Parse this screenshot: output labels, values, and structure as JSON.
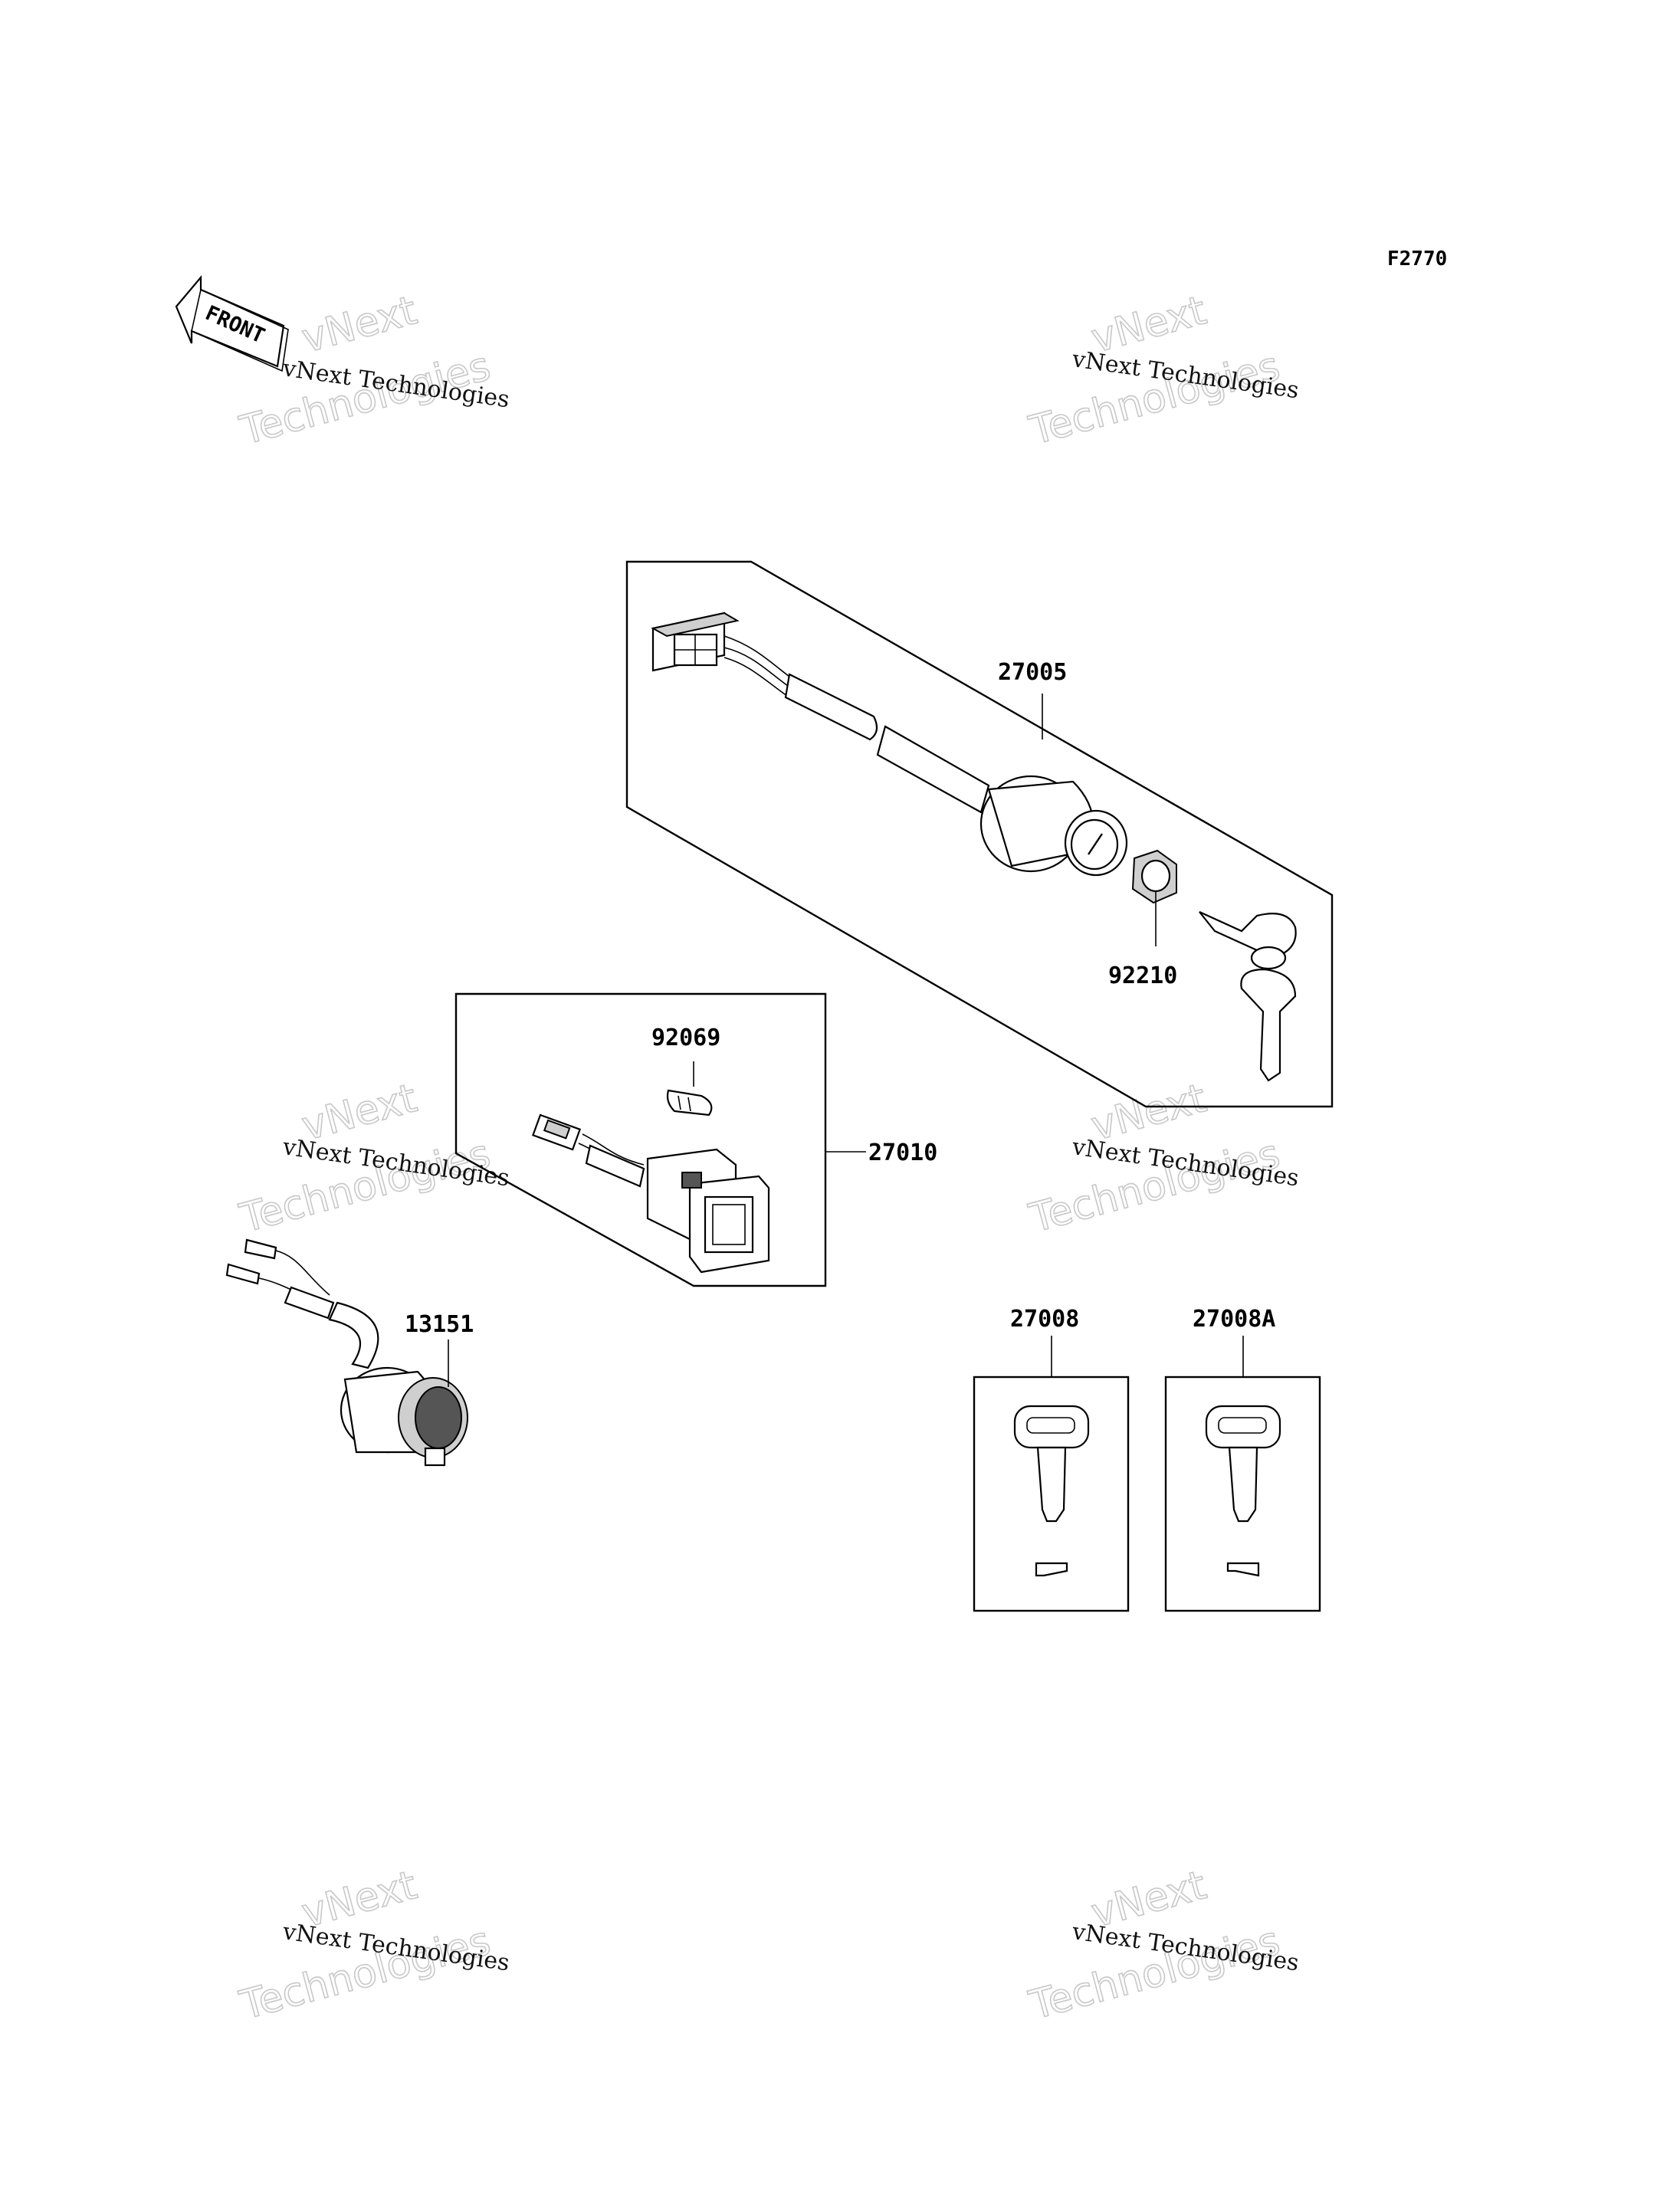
{
  "figure_code": "F2770",
  "front_marker": {
    "text": "FRONT"
  },
  "watermark": {
    "line1": "vNext",
    "line2": "Technologies",
    "small": "vNext Technologies"
  },
  "parts": {
    "ignition_switch": "27005",
    "nut": "92210",
    "bulb": "92069",
    "indicator_switch": "27010",
    "socket": "13151",
    "key_blank": "27008",
    "key_blank_alt": "27008A"
  }
}
